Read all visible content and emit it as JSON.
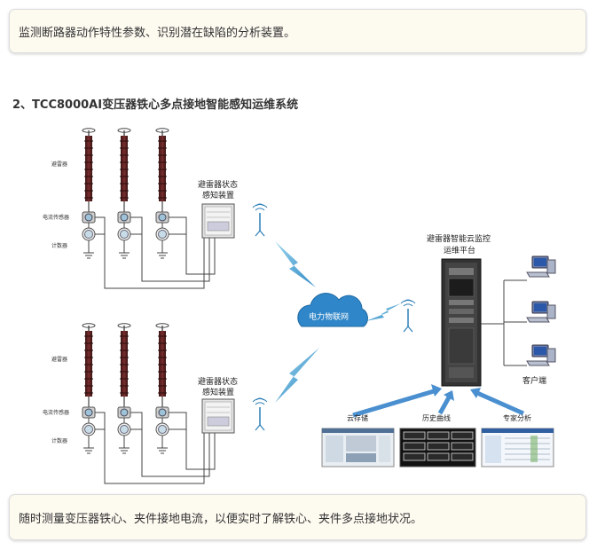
{
  "top_note": "监测断路器动作特性参数、识别潜在缺陷的分析装置。",
  "section_title": "2、TCC8000AI变压器铁心多点接地智能感知运维系统",
  "diagram": {
    "arrester": "避雷器",
    "current_sensor": "电流传感器",
    "counter": "计数器",
    "device_top": [
      "避雷器状态",
      "感知装置"
    ],
    "device_bottom": [
      "避雷器状态",
      "感知装置"
    ],
    "cloud": "电力物联网",
    "platform": [
      "避雷器智能云监控",
      "运维平台"
    ],
    "client": "客户端",
    "cloud_storage": "云存储",
    "history_curve": "历史曲线",
    "expert_analysis": "专家分析"
  },
  "bottom_note": "随时测量变压器铁心、夹件接地电流，以便实时了解铁心、夹件多点接地状况。"
}
